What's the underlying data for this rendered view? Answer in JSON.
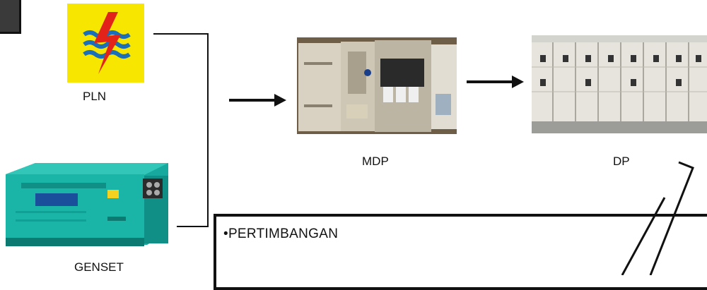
{
  "nodes": {
    "pln": {
      "label": "PLN",
      "icon": "pln-lightning-logo-icon"
    },
    "genset": {
      "label": "GENSET",
      "icon": "generator-set-image"
    },
    "mdp": {
      "label": "MDP",
      "icon": "main-distribution-panel-image"
    },
    "dp": {
      "label": "DP",
      "icon": "distribution-panel-image"
    }
  },
  "infobox": {
    "text": "•PERTIMBANGAN"
  },
  "colors": {
    "line": "#111111",
    "pln_yellow": "#f7e600",
    "pln_red": "#e2231a",
    "pln_blue": "#1b6fb8",
    "genset_teal": "#19b2a6"
  }
}
